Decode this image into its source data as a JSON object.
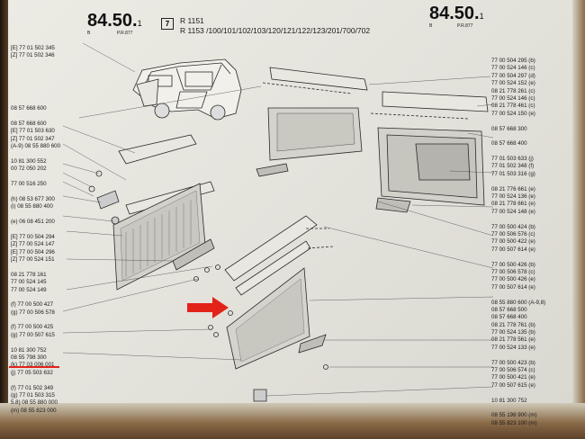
{
  "left_page": {
    "part_number": "84.50.",
    "part_suffix": "1",
    "sub_b": "B",
    "sub_pr": "P.R.877",
    "model_badge": "7",
    "model_line1": "R 1151",
    "model_line2": "R 1153 /100/101/102/103/120/121/122/123/201/700/702",
    "left_labels": [
      "[E] 77 01 502 345",
      "[Z] 77 01 502 346",
      "",
      "",
      "",
      "",
      "",
      "",
      "08 57 668 600",
      "",
      "08 57 668 600",
      "[E] 77 01 503 630",
      "[Z] 77 01 502 347",
      "(A-9) 08 55 880 600",
      "",
      "10 81 300 552",
      "00 72 050 202",
      "",
      "77 00 516 250",
      "",
      "(h) 08 53 677 300",
      "(i) 08 55 880 400",
      "",
      "(e) 06 08 451 200",
      "",
      "[E] 77 00 504 294",
      "[Z] 77 00 524 147",
      "[E] 77 00 504 296",
      "[Z] 77 00 524 151",
      "",
      "08 21 778 161",
      "77 00 524 145",
      "77 00 524 149",
      "",
      "(f) 77 00 500 427",
      "(g) 77 00 506 578",
      "",
      "(f) 77 00 500 425",
      "(g) 77 00 507 615",
      "",
      "10 81 300 752",
      "08 55 798 300",
      "(k) 77 03 006 001",
      "(j) 77 05 503 632",
      "",
      "(f) 77 01 502 349",
      "(g) 77 01 503 315",
      "5.8) 08 55 880 000",
      "(m) 08 55 823 000"
    ]
  },
  "right_page": {
    "part_number": "84.50.",
    "part_suffix": "1",
    "sub_b": "B",
    "sub_pr": "P.R.877",
    "right_labels": [
      "77 00 504 295 (b)",
      "77 00 524 146 (c)",
      "77 00 504 297 (d)",
      "77 00 524 152 (e)",
      "08 21 778 261 (c)",
      "77 00 524 146 (c)",
      "08 21 778 461 (c)",
      "77 00 524 150 (e)",
      "",
      "08 57 668 300",
      "",
      "08 57 668 400",
      "",
      "77 01 503 633 (j)",
      "77 01 502 348 (f)",
      "77 01 503 316 (g)",
      "",
      "08 21 776 661 (e)",
      "77 00 524 136 (e)",
      "08 21 778 661 (e)",
      "77 00 524 148 (e)",
      "",
      "77 00 500 424 (b)",
      "77 00 506 576 (c)",
      "77 00 500 422 (e)",
      "77 00 507 614 (e)",
      "",
      "77 00 500 426 (b)",
      "77 00 506 578 (c)",
      "77 00 500 426 (e)",
      "77 00 507 614 (e)",
      "",
      "08 55 880 600 (A-9,8)",
      "08 57 668 500",
      "08 57 668 400",
      "08 21 778 761 (b)",
      "77 00 524 135 (b)",
      "08 21 778 561 (e)",
      "77 00 524 133 (e)",
      "",
      "77 00 500 423 (b)",
      "77 00 506 574 (c)",
      "77 00 500 421 (e)",
      "77 00 507 615 (e)",
      "",
      "10 81 300 752",
      "",
      "08 55 198 900 (m)",
      "08 55 823 100 (m)"
    ]
  }
}
